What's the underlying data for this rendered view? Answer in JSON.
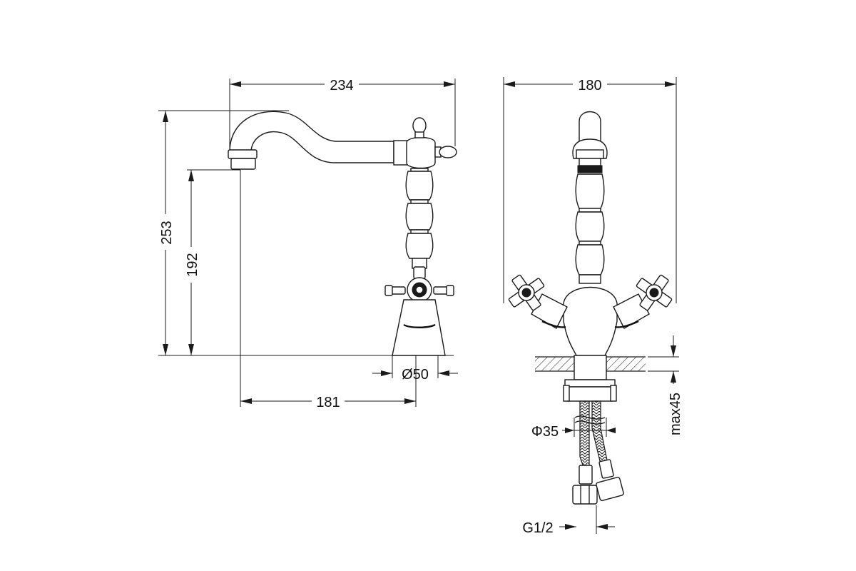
{
  "side_view": {
    "total_width_label": "234",
    "total_height_label": "253",
    "spout_height_label": "192",
    "spout_reach_label": "181",
    "base_diameter_label": "Ø50"
  },
  "front_view": {
    "handle_span_label": "180",
    "shank_diameter_label": "Φ35",
    "max_deck_thickness_label": "max45",
    "connection_thread_label": "G1/2"
  },
  "colors": {
    "line": "#1a1a1a",
    "background": "#ffffff"
  }
}
